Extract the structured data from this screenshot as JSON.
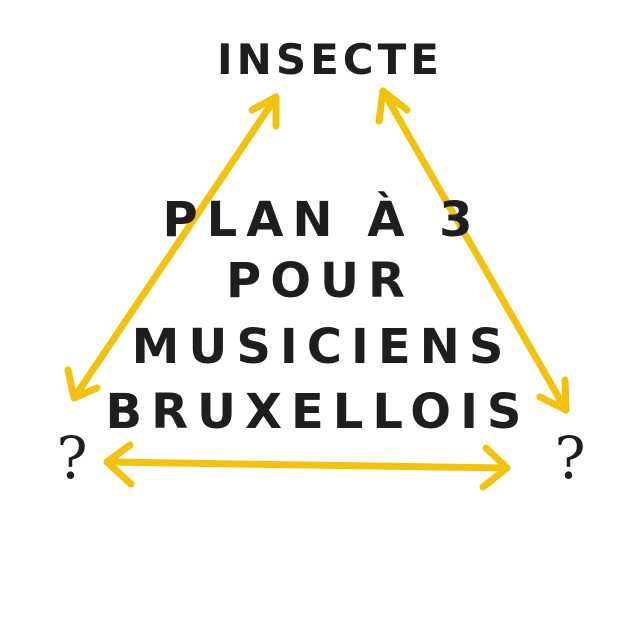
{
  "diagram": {
    "top_label": "INSECTE",
    "center_lines": [
      "PLAN À 3",
      "POUR",
      "MUSICIENS",
      "BRUXELLOIS"
    ],
    "left_node": "?",
    "right_node": "?",
    "arrow_color": "#f2c20f",
    "ink_color": "#1e1e1e"
  }
}
